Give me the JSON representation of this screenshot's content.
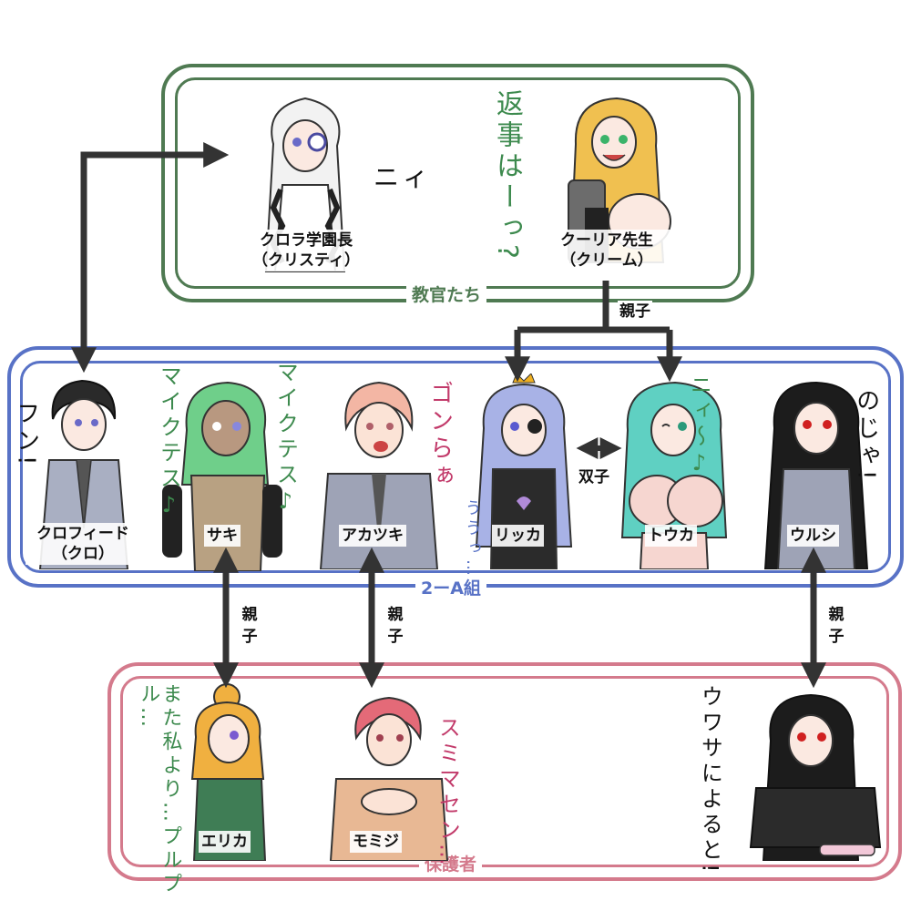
{
  "groups": {
    "teachers": {
      "label": "教官たち",
      "color": "#4f7a52"
    },
    "class": {
      "label": "2ーA組",
      "color": "#5872c6"
    },
    "guardians": {
      "label": "保護者",
      "color": "#d47a8c"
    }
  },
  "characters": {
    "kurora": {
      "name": "クロラ学園長",
      "sub": "（クリスティ）",
      "hair": "#f2f2f2",
      "outfit": "#ffffff"
    },
    "kuria": {
      "name": "クーリア先生",
      "sub": "（クリーム）",
      "hair": "#f0c050",
      "outfit": "#6c6c6c"
    },
    "kurofido": {
      "name": "クロフィード",
      "sub": "（クロ）",
      "hair": "#2a2a2a",
      "outfit": "#a9afc2"
    },
    "saki": {
      "name": "サキ",
      "hair": "#6fcf8a",
      "outfit": "#b8a182"
    },
    "akatsuki": {
      "name": "アカツキ",
      "hair": "#f3b6a4",
      "outfit": "#9ea3b6"
    },
    "rikka": {
      "name": "リッカ",
      "hair": "#a8b2e6",
      "outfit": "#2b2b2b"
    },
    "touka": {
      "name": "トウカ",
      "hair": "#5fd0c2",
      "outfit": "#f6d6d0"
    },
    "urushi": {
      "name": "ウルシ",
      "hair": "#1c1c1c",
      "outfit": "#9ea3b6"
    },
    "erika": {
      "name": "エリカ",
      "hair": "#f0b040",
      "outfit": "#3f7d55"
    },
    "momiji": {
      "name": "モミジ",
      "hair": "#e46a78",
      "outfit": "#e8b894"
    },
    "urushi_parent": {
      "hair": "#1c1c1c",
      "outfit": "#2b2b2b"
    }
  },
  "relations": {
    "parent_child": "親子",
    "twins": "双子"
  },
  "scribbles": {
    "kurora_sfx": "ニィ",
    "kuria_speech": "返事はーっ?",
    "kurofido_sfx": "フン!",
    "saki_1": "マイクテス♪",
    "saki_2": "マイクテス♪",
    "akatsuki_sfx": "ゴンらぁ",
    "touka_sfx": "ニィ〜♪",
    "urushi_sfx": "のじゃ!",
    "rikka_sfx": "ううっ…",
    "erika_speech": "また私より…プルプル…",
    "momiji_speech": "スミマセン…",
    "urushi_parent_speech": "ウワサによると!"
  },
  "scribble_colors": {
    "green": "#3d8a4e",
    "pink": "#c23a6a",
    "black": "#111111"
  }
}
